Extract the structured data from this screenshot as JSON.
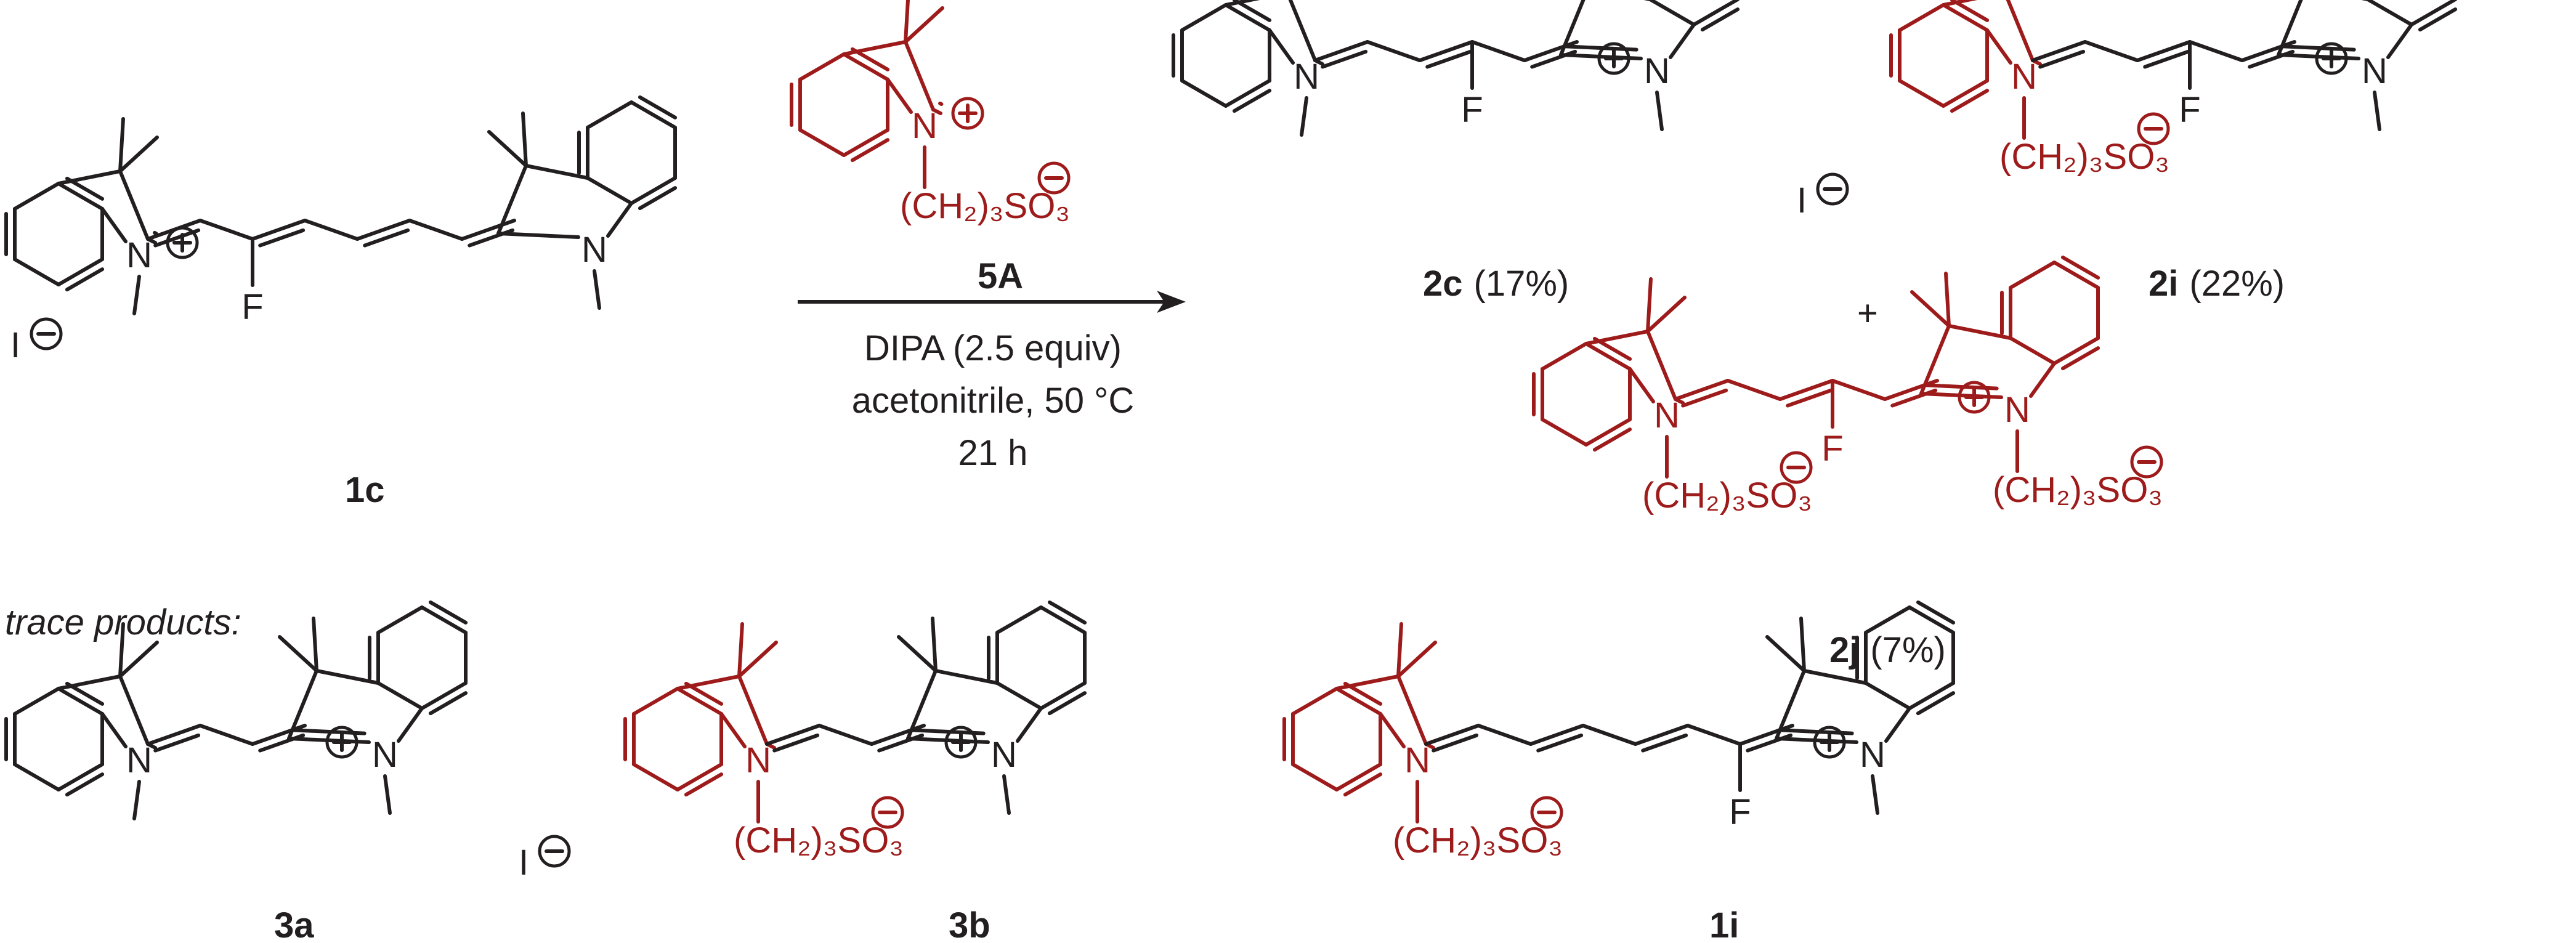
{
  "colors": {
    "black": "#231f20",
    "red": "#9e1b1b"
  },
  "reactant": {
    "label": "1c",
    "counterion": "I",
    "fluoro": "F"
  },
  "reagent": {
    "label": "5A",
    "sulfonate": "(CH₂)₃SO₃"
  },
  "conditions": [
    "DIPA (2.5 equiv)",
    "acetonitrile, 50 °C",
    "21 h"
  ],
  "plus": "+",
  "products": [
    {
      "label": "2c",
      "yield": "(17%)",
      "counterion": "I",
      "fluoro": "F"
    },
    {
      "label": "2i",
      "yield": "(22%)",
      "fluoro": "F",
      "sulfonate": "(CH₂)₃SO₃"
    },
    {
      "label": "2j",
      "yield": "(7%)",
      "fluoro": "F",
      "sulfonate": "(CH₂)₃SO₃"
    }
  ],
  "trace_title": "trace products:",
  "trace": [
    {
      "label": "3a",
      "counterion": "I"
    },
    {
      "label": "3b",
      "sulfonate": "(CH₂)₃SO₃"
    },
    {
      "label": "1i",
      "fluoro": "F",
      "sulfonate": "(CH₂)₃SO₃"
    }
  ],
  "atoms": {
    "N": "N",
    "plus": "+",
    "minus": "−"
  }
}
